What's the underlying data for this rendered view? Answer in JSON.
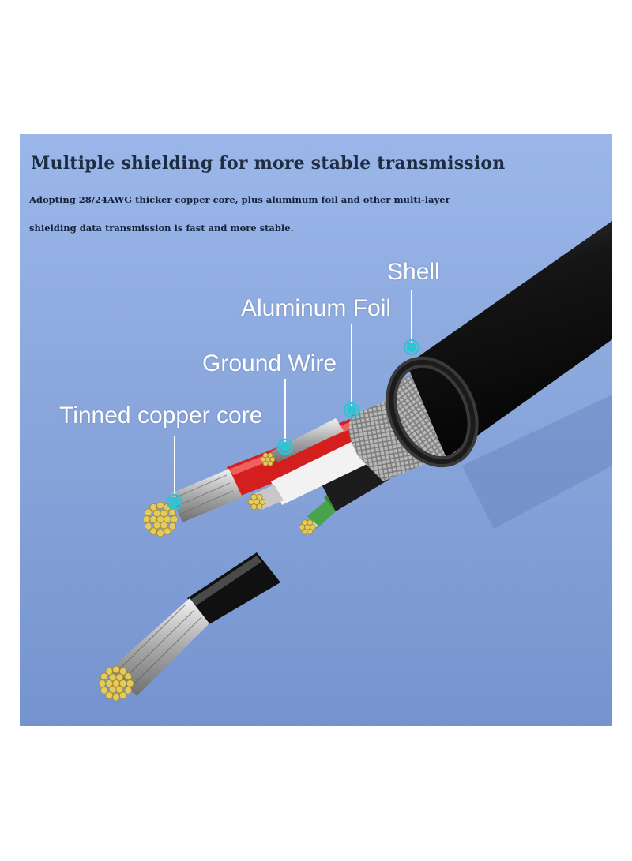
{
  "heading": "Multiple shielding for more stable transmission",
  "subtext": {
    "line1": "Adopting 28/24AWG thicker copper core, plus aluminum foil and other multi-layer",
    "line2": "shielding data transmission is fast and more stable."
  },
  "callouts": {
    "shell": "Shell",
    "aluminum_foil": "Aluminum Foil",
    "ground_wire": "Ground Wire",
    "tinned_copper_core": "Tinned copper core"
  },
  "colors": {
    "background": "#8fabe0",
    "cable_shell": "#161616",
    "marker": "#2ec4d6",
    "copper": "#e4cb5e",
    "red_wire": "#d41f1f",
    "green_wire": "#3a8a35"
  }
}
